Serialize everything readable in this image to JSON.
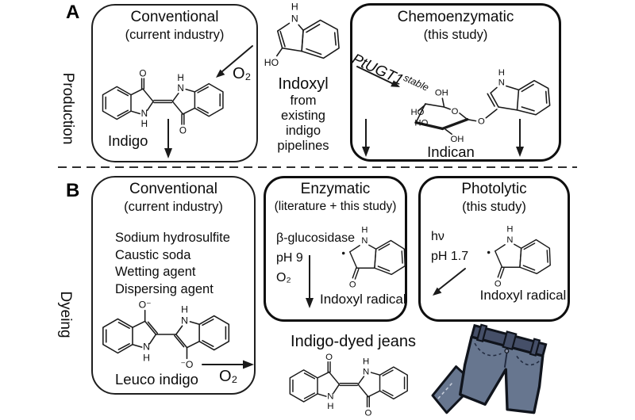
{
  "figure": {
    "panel_a_label": "A",
    "panel_b_label": "B",
    "production_label": "Production",
    "dyeing_label": "Dyeing"
  },
  "panel_a": {
    "conventional": {
      "title": "Conventional",
      "subtitle": "(current industry)",
      "molecule": "Indigo",
      "oxygen": "O₂"
    },
    "feedstock": {
      "name": "Indoxyl",
      "line1": "from",
      "line2": "existing",
      "line3": "indigo",
      "line4": "pipelines"
    },
    "chemoenzymatic": {
      "title": "Chemoenzymatic",
      "subtitle": "(this study)",
      "enzyme": "PtUGT1",
      "enzyme_sup": "stable",
      "molecule": "Indican"
    }
  },
  "panel_b": {
    "conventional": {
      "title": "Conventional",
      "subtitle": "(current industry)",
      "reagents": [
        "Sodium hydrosulfite",
        "Caustic soda",
        "Wetting agent",
        "Dispersing agent"
      ],
      "molecule": "Leuco indigo",
      "oxygen": "O₂"
    },
    "enzymatic": {
      "title": "Enzymatic",
      "subtitle": "(literature + this study)",
      "cond1": "β-glucosidase",
      "cond2": "pH 9",
      "cond3": "O₂",
      "molecule": "Indoxyl radical"
    },
    "photolytic": {
      "title": "Photolytic",
      "subtitle": "(this study)",
      "cond1": "hν",
      "cond2": "pH 1.7",
      "molecule": "Indoxyl radical"
    },
    "product_label": "Indigo-dyed jeans"
  },
  "atoms": {
    "O": "O",
    "N": "N",
    "H": "H",
    "HO": "HO",
    "OH": "OH",
    "O_neg": "O⁻",
    "neg_O": "⁻O",
    "O2": "O₂"
  },
  "colors": {
    "line": "#1a1a1a",
    "background": "#ffffff",
    "jeans_body": "#67768f",
    "jeans_waistband": "#454f68",
    "jeans_outline": "#10141c",
    "stitch_light": "#c6cdda",
    "stitch_dark": "#232c41"
  }
}
